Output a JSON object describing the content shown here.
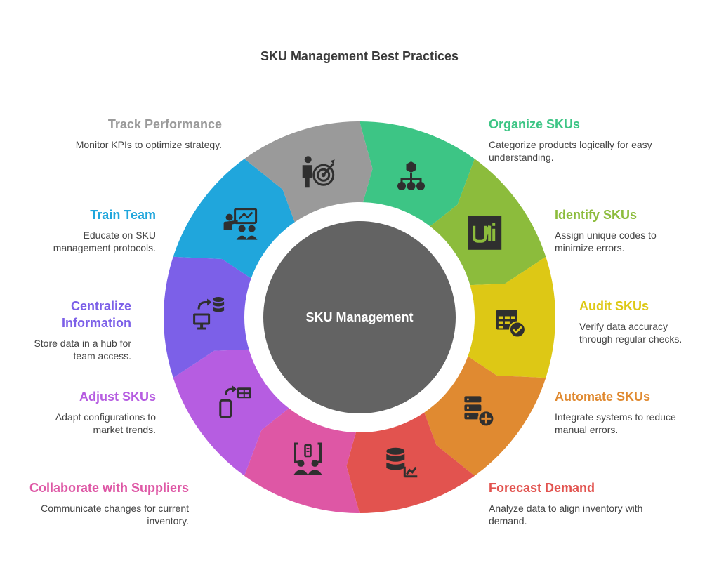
{
  "title": "SKU Management Best Practices",
  "center_label": "SKU Management",
  "colors": {
    "center": "#636363",
    "ring_gap": "#ffffff"
  },
  "segments": [
    {
      "key": "organize",
      "title": "Organize SKUs",
      "description": "Categorize products logically for easy understanding.",
      "color": "#3dc585",
      "icon": "hierarchy-icon"
    },
    {
      "key": "identify",
      "title": "Identify SKUs",
      "description": "Assign unique codes to minimize errors.",
      "color": "#8cbc3c",
      "icon": "unique-code-icon"
    },
    {
      "key": "audit",
      "title": "Audit SKUs",
      "description": "Verify data accuracy through regular checks.",
      "color": "#ddc815",
      "icon": "audit-table-check-icon"
    },
    {
      "key": "automate",
      "title": "Automate SKUs",
      "description": "Integrate systems to reduce manual errors.",
      "color": "#e08a31",
      "icon": "server-add-icon"
    },
    {
      "key": "forecast",
      "title": "Forecast Demand",
      "description": "Analyze data to align inventory with demand.",
      "color": "#e2534f",
      "icon": "database-chart-icon"
    },
    {
      "key": "collaborate",
      "title": "Collaborate with Suppliers",
      "description": "Communicate changes for current inventory.",
      "color": "#de57a5",
      "icon": "team-meeting-icon"
    },
    {
      "key": "adjust",
      "title": "Adjust SKUs",
      "description": "Adapt configurations to market trends.",
      "color": "#b65de1",
      "icon": "phone-sync-icon"
    },
    {
      "key": "centralize",
      "title": "Centralize Information",
      "description": "Store data in a hub for team access.",
      "color": "#7c60e8",
      "icon": "computer-database-icon"
    },
    {
      "key": "train",
      "title": "Train Team",
      "description": "Educate on SKU management protocols.",
      "color": "#20a6dc",
      "icon": "presentation-icon"
    },
    {
      "key": "track",
      "title": "Track Performance",
      "description": "Monitor KPIs to optimize strategy.",
      "color": "#9a9a9a",
      "icon": "target-person-icon"
    }
  ]
}
